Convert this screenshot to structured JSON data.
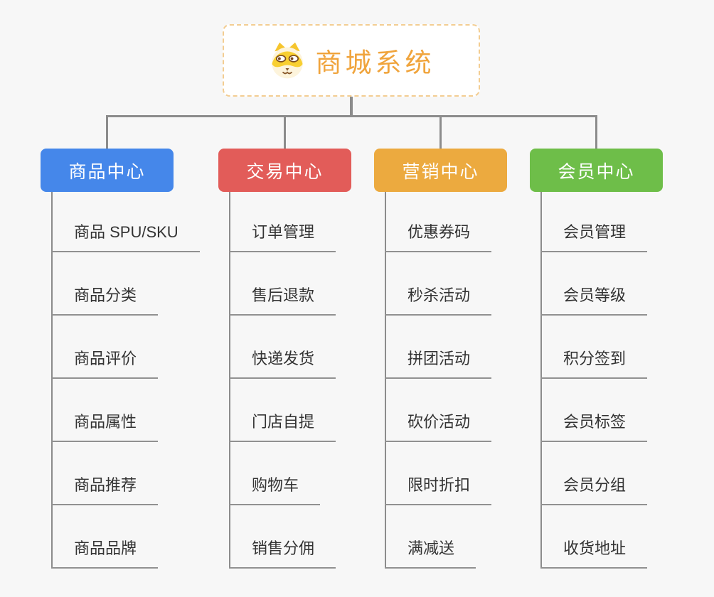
{
  "root": {
    "title": "商城系统",
    "icon": "dog-face-icon",
    "border_color": "#f3cd92",
    "text_color": "#f0a43c"
  },
  "connector_color": "#8c8c8c",
  "background_color": "#f7f7f7",
  "branches": [
    {
      "label": "商品中心",
      "color": "#4587ea",
      "children": [
        "商品 SPU/SKU",
        "商品分类",
        "商品评价",
        "商品属性",
        "商品推荐",
        "商品品牌"
      ]
    },
    {
      "label": "交易中心",
      "color": "#e25c59",
      "children": [
        "订单管理",
        "售后退款",
        "快递发货",
        "门店自提",
        "购物车",
        "销售分佣"
      ]
    },
    {
      "label": "营销中心",
      "color": "#ecaa3f",
      "children": [
        "优惠券码",
        "秒杀活动",
        "拼团活动",
        "砍价活动",
        "限时折扣",
        "满减送"
      ]
    },
    {
      "label": "会员中心",
      "color": "#6ebe49",
      "children": [
        "会员管理",
        "会员等级",
        "积分签到",
        "会员标签",
        "会员分组",
        "收货地址"
      ]
    }
  ]
}
